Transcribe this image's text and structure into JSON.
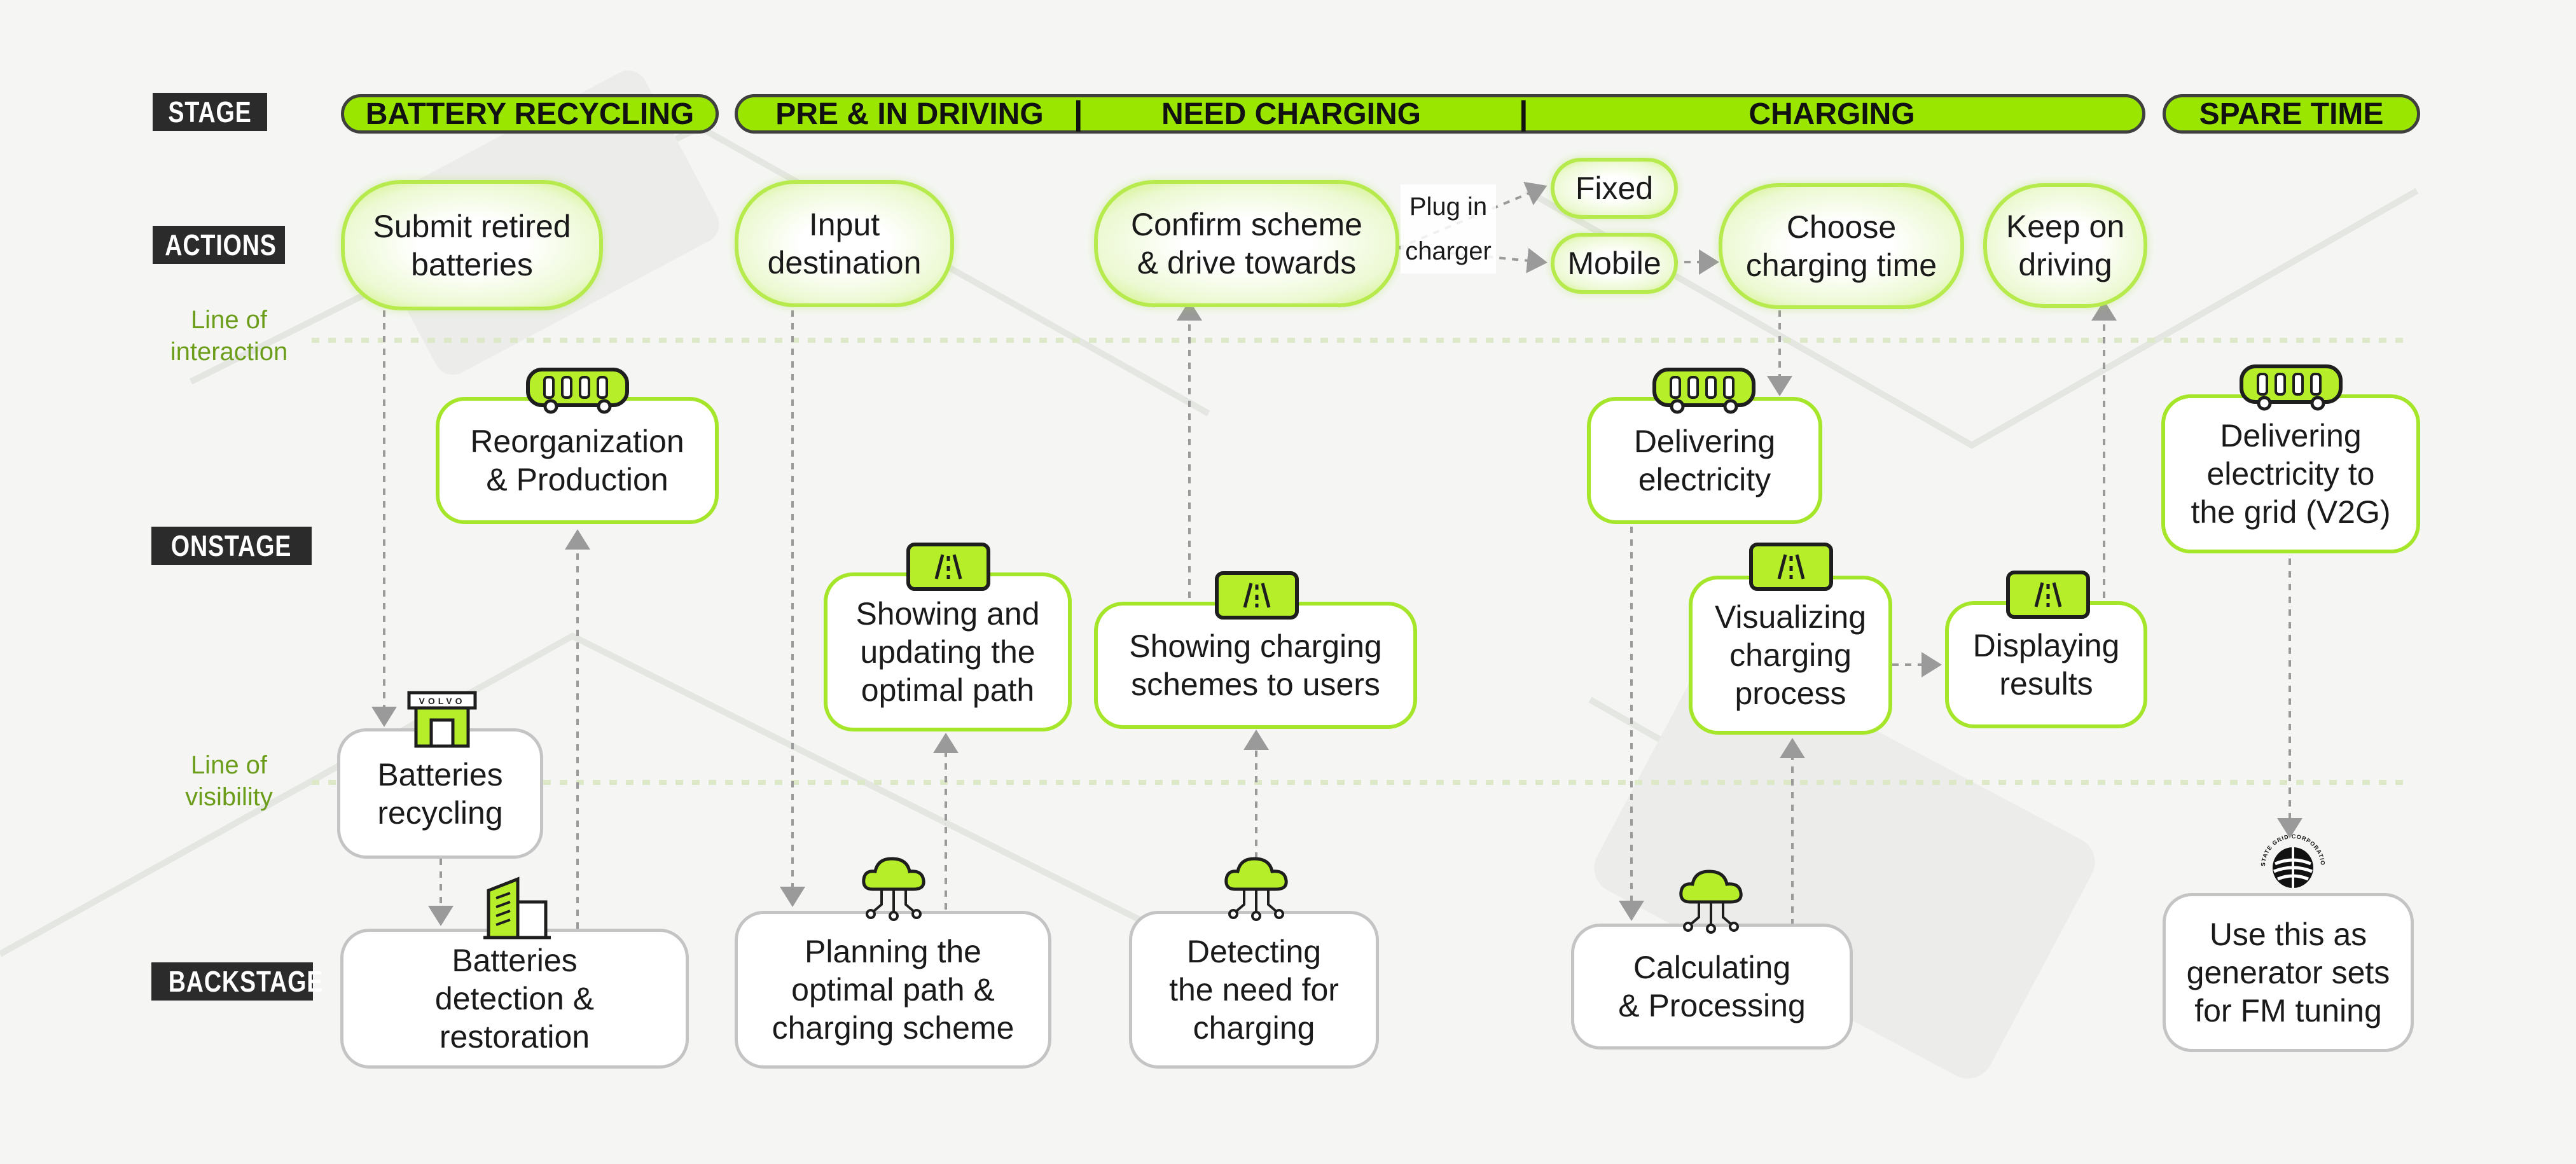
{
  "labels": {
    "stage": "STAGE",
    "actions": "ACTIONS",
    "onstage": "ONSTAGE",
    "backstage": "BACKSTAGE"
  },
  "lines": {
    "interaction": "Line of\ninteraction",
    "visibility": "Line of\nvisibility"
  },
  "stages": {
    "battery_recycling": "BATTERY RECYCLING",
    "pre_in_driving": "PRE & IN DRIVING",
    "separator": "|",
    "need_charging": "NEED CHARGING",
    "charging": "CHARGING",
    "spare_time": "SPARE TIME"
  },
  "actions": {
    "submit": "Submit retired\nbatteries",
    "input": "Input\ndestination",
    "confirm": "Confirm scheme\n& drive towards",
    "plug_in": "Plug in\ncharger",
    "fixed": "Fixed",
    "mobile": "Mobile",
    "choose": "Choose\ncharging time",
    "keep": "Keep on\ndriving"
  },
  "onstage": {
    "reorg": "Reorganization\n& Production",
    "recycling": "Batteries\nrecycling",
    "showing_path": "Showing and\nupdating the\noptimal path",
    "showing_schemes": "Showing charging\nschemes to users",
    "delivering": "Delivering\nelectricity",
    "visualizing": "Visualizing\ncharging\nprocess",
    "displaying": "Displaying\nresults",
    "v2g": "Delivering\nelectricity to\nthe grid (V2G)"
  },
  "backstage": {
    "detection": "Batteries\ndetection &\nrestoration",
    "planning": "Planning the\noptimal path &\ncharging scheme",
    "detecting": "Detecting\nthe need for\ncharging",
    "calculating": "Calculating\n& Processing",
    "generator": "Use this as\ngenerator sets\nfor FM tuning"
  },
  "icons": {
    "bus": "bus-icon",
    "screen": "road-screen-icon",
    "cloud": "cloud-network-icon",
    "store": "store-icon",
    "building": "building-icon",
    "grid_logo": "state-grid-logo"
  },
  "logo_text": {
    "store_sign": "VOLVO",
    "grid_seal": "STATE GRID CORPORATION OF CHINA"
  },
  "colors": {
    "accent": "#9ae600",
    "accent_border": "#a6e62a",
    "label_bg": "#2b2b2b",
    "line_text": "#6c9d1a",
    "arrow": "#9a9a9a"
  }
}
